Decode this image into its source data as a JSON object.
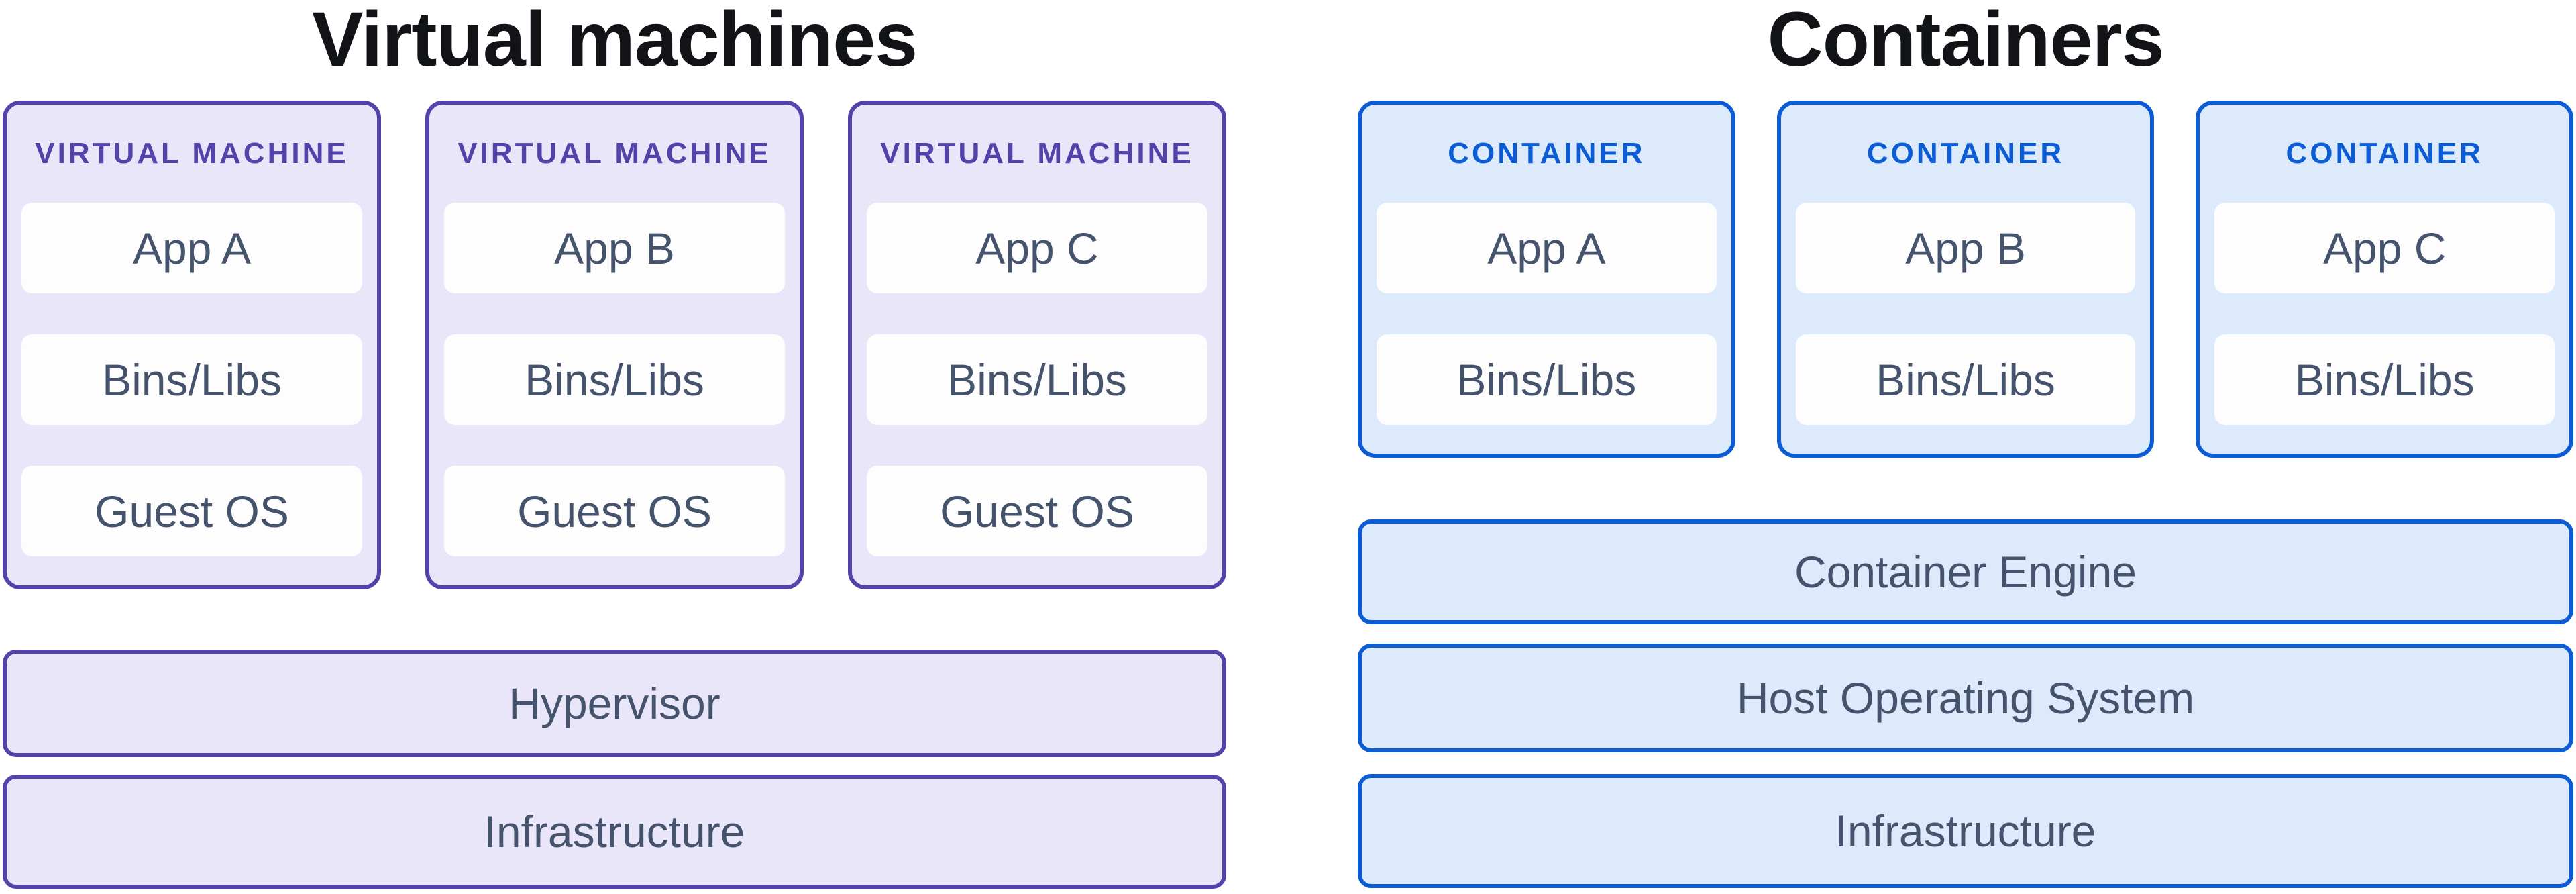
{
  "vm": {
    "title": "Virtual machines",
    "cards": [
      {
        "header": "VIRTUAL MACHINE",
        "boxes": [
          "App A",
          "Bins/Libs",
          "Guest OS"
        ]
      },
      {
        "header": "VIRTUAL MACHINE",
        "boxes": [
          "App B",
          "Bins/Libs",
          "Guest OS"
        ]
      },
      {
        "header": "VIRTUAL MACHINE",
        "boxes": [
          "App C",
          "Bins/Libs",
          "Guest OS"
        ]
      }
    ],
    "bars": [
      "Hypervisor",
      "Infrastructure"
    ]
  },
  "containers": {
    "title": "Containers",
    "cards": [
      {
        "header": "CONTAINER",
        "boxes": [
          "App A",
          "Bins/Libs"
        ]
      },
      {
        "header": "CONTAINER",
        "boxes": [
          "App B",
          "Bins/Libs"
        ]
      },
      {
        "header": "CONTAINER",
        "boxes": [
          "App C",
          "Bins/Libs"
        ]
      }
    ],
    "bars": [
      "Container Engine",
      "Host Operating System",
      "Infrastructure"
    ]
  },
  "colors": {
    "background": "#FFFFFF",
    "title_text": "#111317",
    "vm_accent": "#5243AA",
    "vm_fill": "#EAE6FA",
    "container_accent": "#0B5CD5",
    "container_fill": "#DDEAFC",
    "box_fill": "#FDFDFE",
    "box_text": "#46536C"
  }
}
